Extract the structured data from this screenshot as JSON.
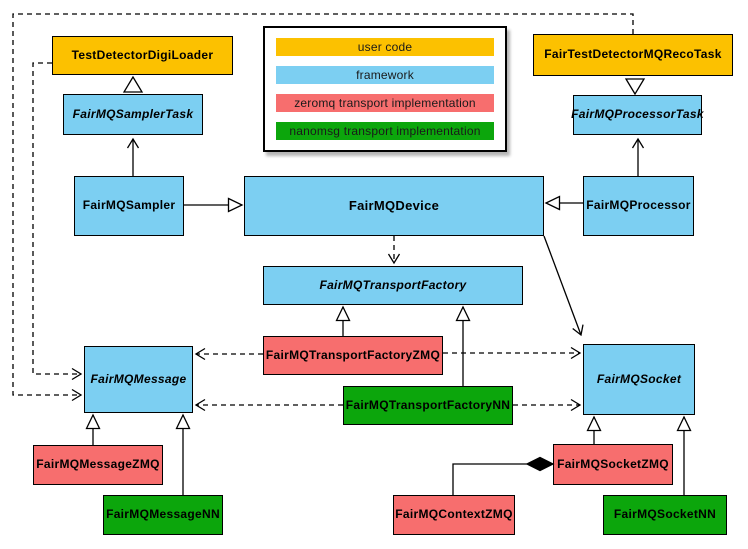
{
  "colors": {
    "user-code": "#FCC100",
    "framework": "#7CCFF2",
    "zeromq": "#F76E6E",
    "nanomsg": "#0CA60C"
  },
  "legend": {
    "items": [
      {
        "label": "user code",
        "color": "#FCC100"
      },
      {
        "label": "framework",
        "color": "#7CCFF2"
      },
      {
        "label": "zeromq transport implementation",
        "color": "#F76E6E"
      },
      {
        "label": "nanomsg transport implementation",
        "color": "#0CA60C"
      }
    ]
  },
  "nodes": {
    "digiLoader": {
      "label": "TestDetectorDigiLoader",
      "category": "user code"
    },
    "recoTask": {
      "label": "FairTestDetectorMQRecoTask",
      "category": "user code"
    },
    "samplerTask": {
      "label": "FairMQSamplerTask",
      "category": "framework",
      "abstract": true
    },
    "processorTask": {
      "label": "FairMQProcessorTask",
      "category": "framework",
      "abstract": true
    },
    "sampler": {
      "label": "FairMQSampler",
      "category": "framework"
    },
    "device": {
      "label": "FairMQDevice",
      "category": "framework"
    },
    "processor": {
      "label": "FairMQProcessor",
      "category": "framework"
    },
    "transportFactory": {
      "label": "FairMQTransportFactory",
      "category": "framework",
      "abstract": true
    },
    "transportFactoryZMQ": {
      "label": "FairMQTransportFactoryZMQ",
      "category": "zeromq transport implementation"
    },
    "transportFactoryNN": {
      "label": "FairMQTransportFactoryNN",
      "category": "nanomsg transport implementation"
    },
    "message": {
      "label": "FairMQMessage",
      "category": "framework",
      "abstract": true
    },
    "socket": {
      "label": "FairMQSocket",
      "category": "framework",
      "abstract": true
    },
    "messageZMQ": {
      "label": "FairMQMessageZMQ",
      "category": "zeromq transport implementation"
    },
    "messageNN": {
      "label": "FairMQMessageNN",
      "category": "nanomsg transport implementation"
    },
    "contextZMQ": {
      "label": "FairMQContextZMQ",
      "category": "zeromq transport implementation"
    },
    "socketZMQ": {
      "label": "FairMQSocketZMQ",
      "category": "zeromq transport implementation"
    },
    "socketNN": {
      "label": "FairMQSocketNN",
      "category": "nanomsg transport implementation"
    }
  },
  "edges": [
    {
      "from": "FairMQSamplerTask",
      "to": "TestDetectorDigiLoader",
      "style": "solid",
      "head": "hollow-triangle"
    },
    {
      "from": "FairTestDetectorMQRecoTask",
      "to": "FairMQProcessorTask",
      "style": "solid",
      "head": "hollow-triangle"
    },
    {
      "from": "FairMQSampler",
      "to": "FairMQSamplerTask",
      "style": "solid",
      "head": "open-arrow"
    },
    {
      "from": "FairMQProcessor",
      "to": "FairMQProcessorTask",
      "style": "solid",
      "head": "open-arrow"
    },
    {
      "from": "FairMQSampler",
      "to": "FairMQDevice",
      "style": "solid",
      "head": "hollow-triangle"
    },
    {
      "from": "FairMQProcessor",
      "to": "FairMQDevice",
      "style": "solid",
      "head": "hollow-triangle"
    },
    {
      "from": "FairMQDevice",
      "to": "FairMQTransportFactory",
      "style": "dashed",
      "head": "open-arrow"
    },
    {
      "from": "FairMQDevice",
      "to": "FairMQSocket",
      "style": "solid",
      "head": "open-arrow"
    },
    {
      "from": "FairMQTransportFactoryZMQ",
      "to": "FairMQTransportFactory",
      "style": "solid",
      "head": "hollow-triangle"
    },
    {
      "from": "FairMQTransportFactoryNN",
      "to": "FairMQTransportFactory",
      "style": "solid",
      "head": "hollow-triangle"
    },
    {
      "from": "FairMQTransportFactoryZMQ",
      "to": "FairMQMessage",
      "style": "dashed",
      "head": "open-arrow"
    },
    {
      "from": "FairMQTransportFactoryZMQ",
      "to": "FairMQSocket",
      "style": "dashed",
      "head": "open-arrow"
    },
    {
      "from": "FairMQTransportFactoryNN",
      "to": "FairMQMessage",
      "style": "dashed",
      "head": "open-arrow"
    },
    {
      "from": "FairMQTransportFactoryNN",
      "to": "FairMQSocket",
      "style": "dashed",
      "head": "open-arrow"
    },
    {
      "from": "TestDetectorDigiLoader",
      "to": "FairMQMessage",
      "style": "dashed",
      "head": "open-arrow"
    },
    {
      "from": "FairTestDetectorMQRecoTask",
      "to": "FairMQMessage",
      "style": "dashed",
      "head": "open-arrow"
    },
    {
      "from": "FairMQMessageZMQ",
      "to": "FairMQMessage",
      "style": "solid",
      "head": "hollow-triangle"
    },
    {
      "from": "FairMQMessageNN",
      "to": "FairMQMessage",
      "style": "solid",
      "head": "hollow-triangle"
    },
    {
      "from": "FairMQSocketZMQ",
      "to": "FairMQSocket",
      "style": "solid",
      "head": "hollow-triangle"
    },
    {
      "from": "FairMQSocketNN",
      "to": "FairMQSocket",
      "style": "solid",
      "head": "hollow-triangle"
    },
    {
      "from": "FairMQContextZMQ",
      "to": "FairMQSocketZMQ",
      "style": "solid",
      "head": "filled-diamond"
    }
  ]
}
